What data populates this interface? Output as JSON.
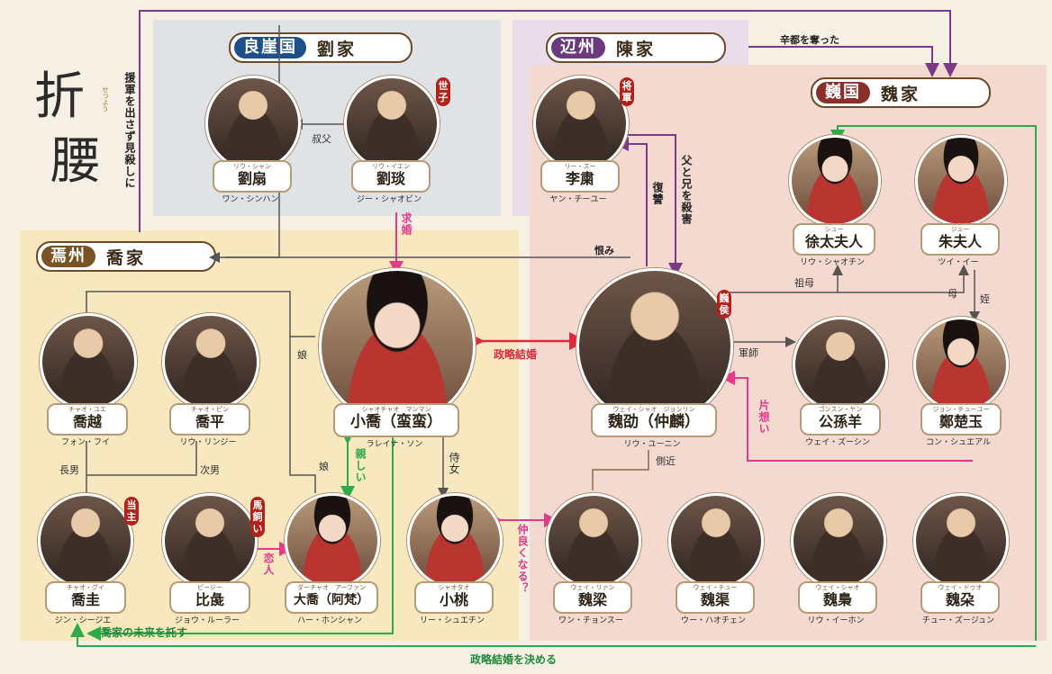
{
  "logo": {
    "text_top": "折",
    "text_bottom": "腰",
    "small": "せつよう"
  },
  "houses": {
    "liu": {
      "region": "良崖国",
      "family": "劉家",
      "color": "#1d4f8a"
    },
    "chen": {
      "region": "辺州",
      "family": "陳家",
      "color": "#6a3a7c"
    },
    "qiao": {
      "region": "焉州",
      "family": "喬家",
      "color": "#7a5224"
    },
    "wei": {
      "region": "巍国",
      "family": "魏家",
      "color": "#8a2f2a"
    }
  },
  "people": {
    "liushan": {
      "ruby": "リウ・シャン",
      "name": "劉扇",
      "actor": "ワン・シンハン"
    },
    "liuyan": {
      "ruby": "リウ・イエン",
      "name": "劉琰",
      "actor": "ジー・シャオビン",
      "badge": "世子"
    },
    "lisu": {
      "ruby": "リー・スー",
      "name": "李粛",
      "actor": "ヤン・チーユー",
      "badge": "将軍"
    },
    "xu": {
      "ruby": "シュー",
      "name": "徐太夫人",
      "actor": "リウ・シャオチン"
    },
    "zhu": {
      "ruby": "ジュー",
      "name": "朱夫人",
      "actor": "ツイ・イー"
    },
    "qiaoyue": {
      "ruby": "チャオ・ユエ",
      "name": "喬越",
      "actor": "フォン・フイ"
    },
    "qiaoping": {
      "ruby": "チャオ・ピン",
      "name": "喬平",
      "actor": "リウ・リンジー"
    },
    "xiaoqiao": {
      "ruby": "シャオチャオ　マンマン",
      "name": "小喬（蛮蛮）",
      "actor": "ラレイナ・ソン"
    },
    "weishao": {
      "ruby": "ウェイ・シャオ　ジョンリン",
      "name": "魏劭（仲麟）",
      "actor": "リウ・ユーニン",
      "badge": "巍侯"
    },
    "gongsun": {
      "ruby": "ゴンスン・ヤン",
      "name": "公孫羊",
      "actor": "ウェイ・ズーシン"
    },
    "zheng": {
      "ruby": "ジョン・チューユー",
      "name": "鄭楚玉",
      "actor": "コン・シュエアル"
    },
    "qiaogui": {
      "ruby": "チャオ・グイ",
      "name": "喬圭",
      "actor": "ジン・シージエ",
      "badge": "当主"
    },
    "biji": {
      "ruby": "ビージー",
      "name": "比彘",
      "actor": "ジョウ・ルーラー",
      "badge": "馬飼い"
    },
    "daqiao": {
      "ruby": "ダーチャオ　アーファン",
      "name": "大喬（阿梵）",
      "actor": "ハー・ホンシャン"
    },
    "xiaotao": {
      "ruby": "シャオタオ",
      "name": "小桃",
      "actor": "リー・シュエチン"
    },
    "weiliang": {
      "ruby": "ウェイ・リァン",
      "name": "魏梁",
      "actor": "ワン・チョンスー"
    },
    "weiqu": {
      "ruby": "ウェイ・チュー",
      "name": "魏渠",
      "actor": "ウー・ハオチェン"
    },
    "weixiao": {
      "ruby": "ウェイ・シャオ",
      "name": "魏梟",
      "actor": "リウ・イーホン"
    },
    "weiduo": {
      "ruby": "ウェイ・ドゥオ",
      "name": "魏朶",
      "actor": "チュー・ズージュン"
    }
  },
  "relations": {
    "yuangun": "援軍を出さず見殺しに",
    "shinfu": "叔父",
    "xindu": "辛都を奪った",
    "fukei": "父と兄を殺害",
    "fukushu": "復讐",
    "kyukon": "求婚",
    "urami": "恨み",
    "seiryaku": "政略結婚",
    "sobo": "祖母",
    "haha": "母",
    "mei": "姪",
    "gunshi": "軍師",
    "kataomoi": "片想い",
    "musume1": "娘",
    "musume2": "娘",
    "chounan": "長男",
    "jinan": "次男",
    "shitashii": "親しい",
    "jijo": "侍女",
    "sokkin": "側近",
    "koibito": "恋人",
    "nakayoku": "仲良くなる？",
    "mirai": "喬家の未来を託す",
    "kimeru": "政略結婚を決める"
  },
  "colors": {
    "purple": "#7b3a86",
    "green": "#2eaa4a",
    "red": "#e2273b",
    "pink": "#e6398a",
    "brown": "#8a6a4a",
    "blue": "#3b6db0"
  }
}
